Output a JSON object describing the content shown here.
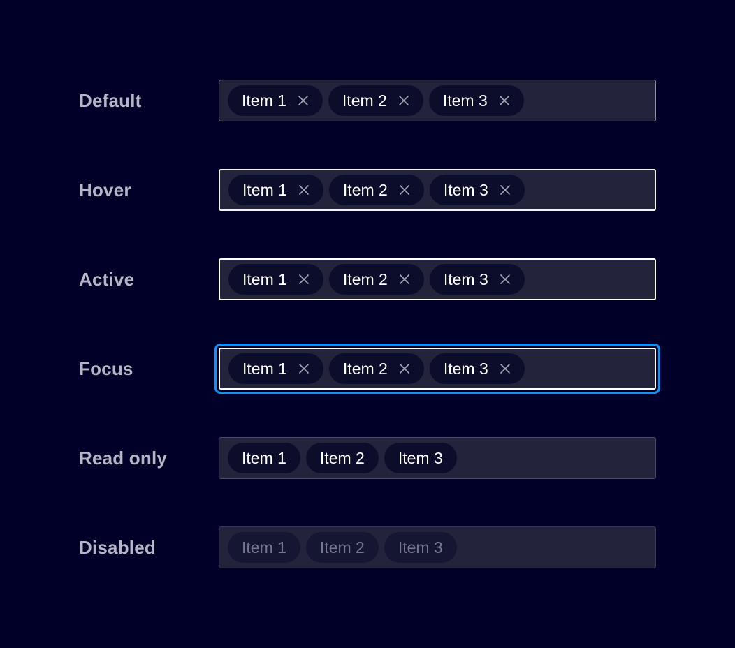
{
  "component": "multiselect-input-states",
  "colors": {
    "page_background": "#000028",
    "field_background": "#23233c",
    "chip_background": "#0c0d2b",
    "chip_background_disabled": "#151631",
    "border_default": "#8f8fa3",
    "border_hover": "#f4f4f8",
    "border_active": "#ffffff",
    "border_readonly": "#4c4c68",
    "border_disabled": "#3a3a56",
    "focus_ring": "#1491eb",
    "label_text": "#b5b5c3",
    "chip_text": "#ffffff",
    "chip_text_disabled": "#767690",
    "close_icon": "#a3a3b1"
  },
  "rows": [
    {
      "label": "Default",
      "state": "default",
      "items": [
        {
          "label": "Item 1",
          "removable": true
        },
        {
          "label": "Item 2",
          "removable": true
        },
        {
          "label": "Item 3",
          "removable": true
        }
      ]
    },
    {
      "label": "Hover",
      "state": "hover",
      "items": [
        {
          "label": "Item 1",
          "removable": true
        },
        {
          "label": "Item 2",
          "removable": true
        },
        {
          "label": "Item 3",
          "removable": true
        }
      ]
    },
    {
      "label": "Active",
      "state": "active",
      "items": [
        {
          "label": "Item 1",
          "removable": true
        },
        {
          "label": "Item 2",
          "removable": true
        },
        {
          "label": "Item 3",
          "removable": true
        }
      ]
    },
    {
      "label": "Focus",
      "state": "focus",
      "items": [
        {
          "label": "Item 1",
          "removable": true
        },
        {
          "label": "Item 2",
          "removable": true
        },
        {
          "label": "Item 3",
          "removable": true
        }
      ]
    },
    {
      "label": "Read only",
      "state": "readonly",
      "items": [
        {
          "label": "Item 1",
          "removable": false
        },
        {
          "label": "Item 2",
          "removable": false
        },
        {
          "label": "Item 3",
          "removable": false
        }
      ]
    },
    {
      "label": "Disabled",
      "state": "disabled",
      "items": [
        {
          "label": "Item 1",
          "removable": false
        },
        {
          "label": "Item 2",
          "removable": false
        },
        {
          "label": "Item 3",
          "removable": false
        }
      ]
    }
  ]
}
